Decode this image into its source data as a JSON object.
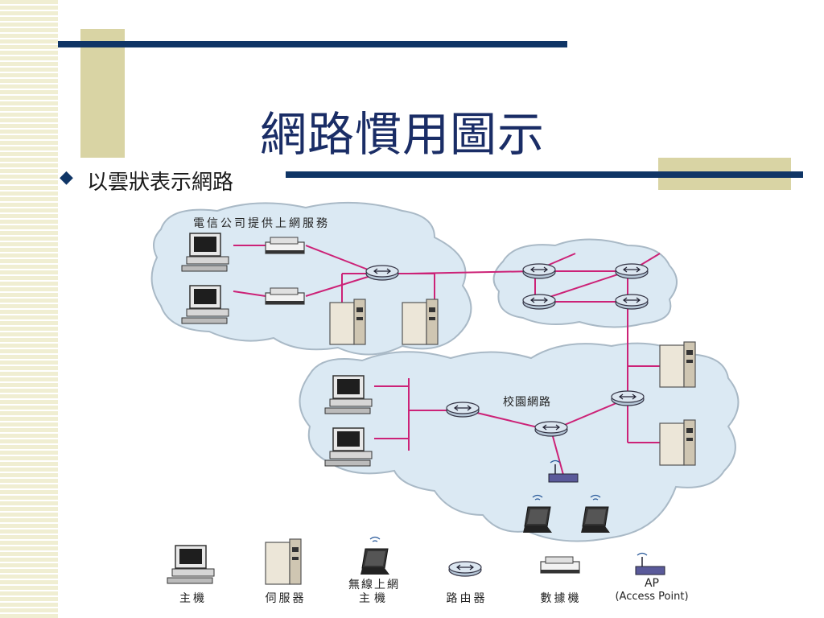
{
  "slide": {
    "title": "網路慣用圖示",
    "bullet_text": "以雲狀表示網路"
  },
  "diagram": {
    "isp_cloud_label": "電信公司提供上網服務",
    "campus_cloud_label": "校園網路"
  },
  "legend": [
    {
      "label": "主機",
      "icon": "host-icon"
    },
    {
      "label": "伺服器",
      "icon": "server-icon"
    },
    {
      "label": "無線上網",
      "label2": "主機",
      "icon": "wireless-laptop-icon"
    },
    {
      "label": "路由器",
      "icon": "router-icon"
    },
    {
      "label": "數據機",
      "icon": "modem-icon"
    },
    {
      "label": "AP",
      "label2": "(Access Point)",
      "icon": "access-point-icon"
    }
  ],
  "colors": {
    "link": "#cc2277",
    "cloud": "#dbe9f3",
    "accent_bar": "#d9d4a4",
    "navy": "#0f3566"
  }
}
